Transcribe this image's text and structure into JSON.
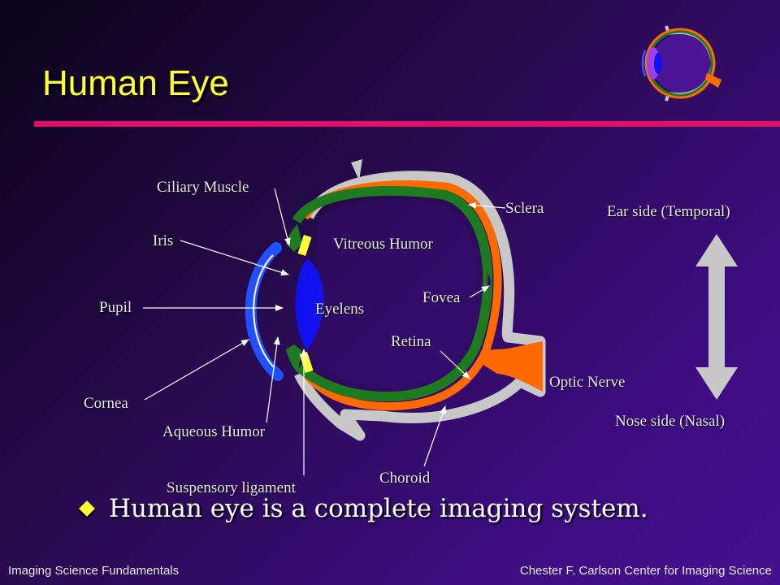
{
  "slide": {
    "title": "Human Eye"
  },
  "labels": {
    "ciliary_muscle": "Ciliary Muscle",
    "iris": "Iris",
    "pupil": "Pupil",
    "cornea": "Cornea",
    "aqueous_humor": "Aqueous Humor",
    "suspensory_ligament": "Suspensory ligament",
    "vitreous_humor": "Vitreous Humor",
    "eyelens": "Eyelens",
    "fovea": "Fovea",
    "retina": "Retina",
    "sclera": "Sclera",
    "optic_nerve": "Optic Nerve",
    "choroid": "Choroid",
    "ear_side": "Ear side (Temporal)",
    "nose_side": "Nose side (Nasal)"
  },
  "bullet": {
    "icon": "diamond-bullet-icon",
    "text": "Human eye is a complete imaging system."
  },
  "footer": {
    "left": "Imaging Science Fundamentals",
    "right": "Chester F. Carlson Center for Imaging Science"
  },
  "colors": {
    "title": "#ffff33",
    "rule": "#e0106a",
    "sclera": "#c8c8c8",
    "choroid": "#ff6a00",
    "retina": "#1e7a1e",
    "lens": "#1010f0",
    "cornea": "#2050ff",
    "ligament": "#ffff40",
    "arrow": "#c8c8c8",
    "iris_thumb": "#8a2be2"
  }
}
